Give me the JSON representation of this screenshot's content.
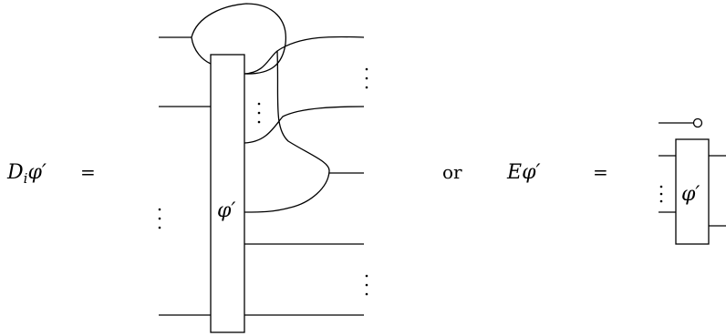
{
  "diagram": {
    "left_lhs": "D",
    "left_lhs_sub": "i",
    "left_lhs_phi": "φ′",
    "equals": "=",
    "box_label": "φ′",
    "connector": "or",
    "right_lhs": "E",
    "right_lhs_phi": "φ′",
    "right_box_label": "φ′"
  }
}
